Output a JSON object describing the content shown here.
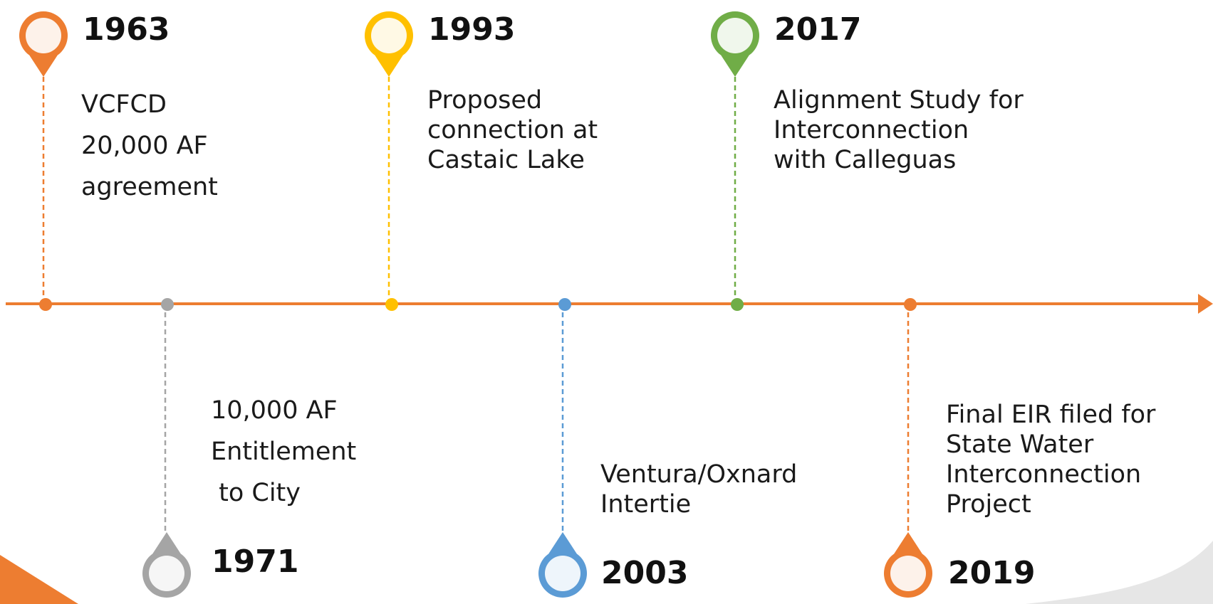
{
  "colors": {
    "axis": "#ED7D31",
    "orange": "#ED7D31",
    "gray": "#A5A5A5",
    "yellow": "#FFC000",
    "blue": "#5B9BD5",
    "green": "#70AD47"
  },
  "events": [
    {
      "year": "1963",
      "lines": [
        "VCFCD",
        "20,000 AF",
        "agreement"
      ],
      "color": "orange",
      "side": "above"
    },
    {
      "year": "1971",
      "lines": [
        "10,000 AF",
        "Entitlement",
        " to City"
      ],
      "color": "gray",
      "side": "below"
    },
    {
      "year": "1993",
      "lines": [
        "Proposed",
        "connection at",
        "Castaic Lake"
      ],
      "color": "yellow",
      "side": "above"
    },
    {
      "year": "2003",
      "lines": [
        "Ventura/Oxnard",
        "Intertie"
      ],
      "color": "blue",
      "side": "below"
    },
    {
      "year": "2017",
      "lines": [
        "Alignment Study for",
        "Interconnection",
        "with Calleguas"
      ],
      "color": "green",
      "side": "above"
    },
    {
      "year": "2019",
      "lines": [
        "Final EIR filed for",
        "State Water",
        "Interconnection",
        "Project"
      ],
      "color": "orange",
      "side": "below"
    }
  ]
}
